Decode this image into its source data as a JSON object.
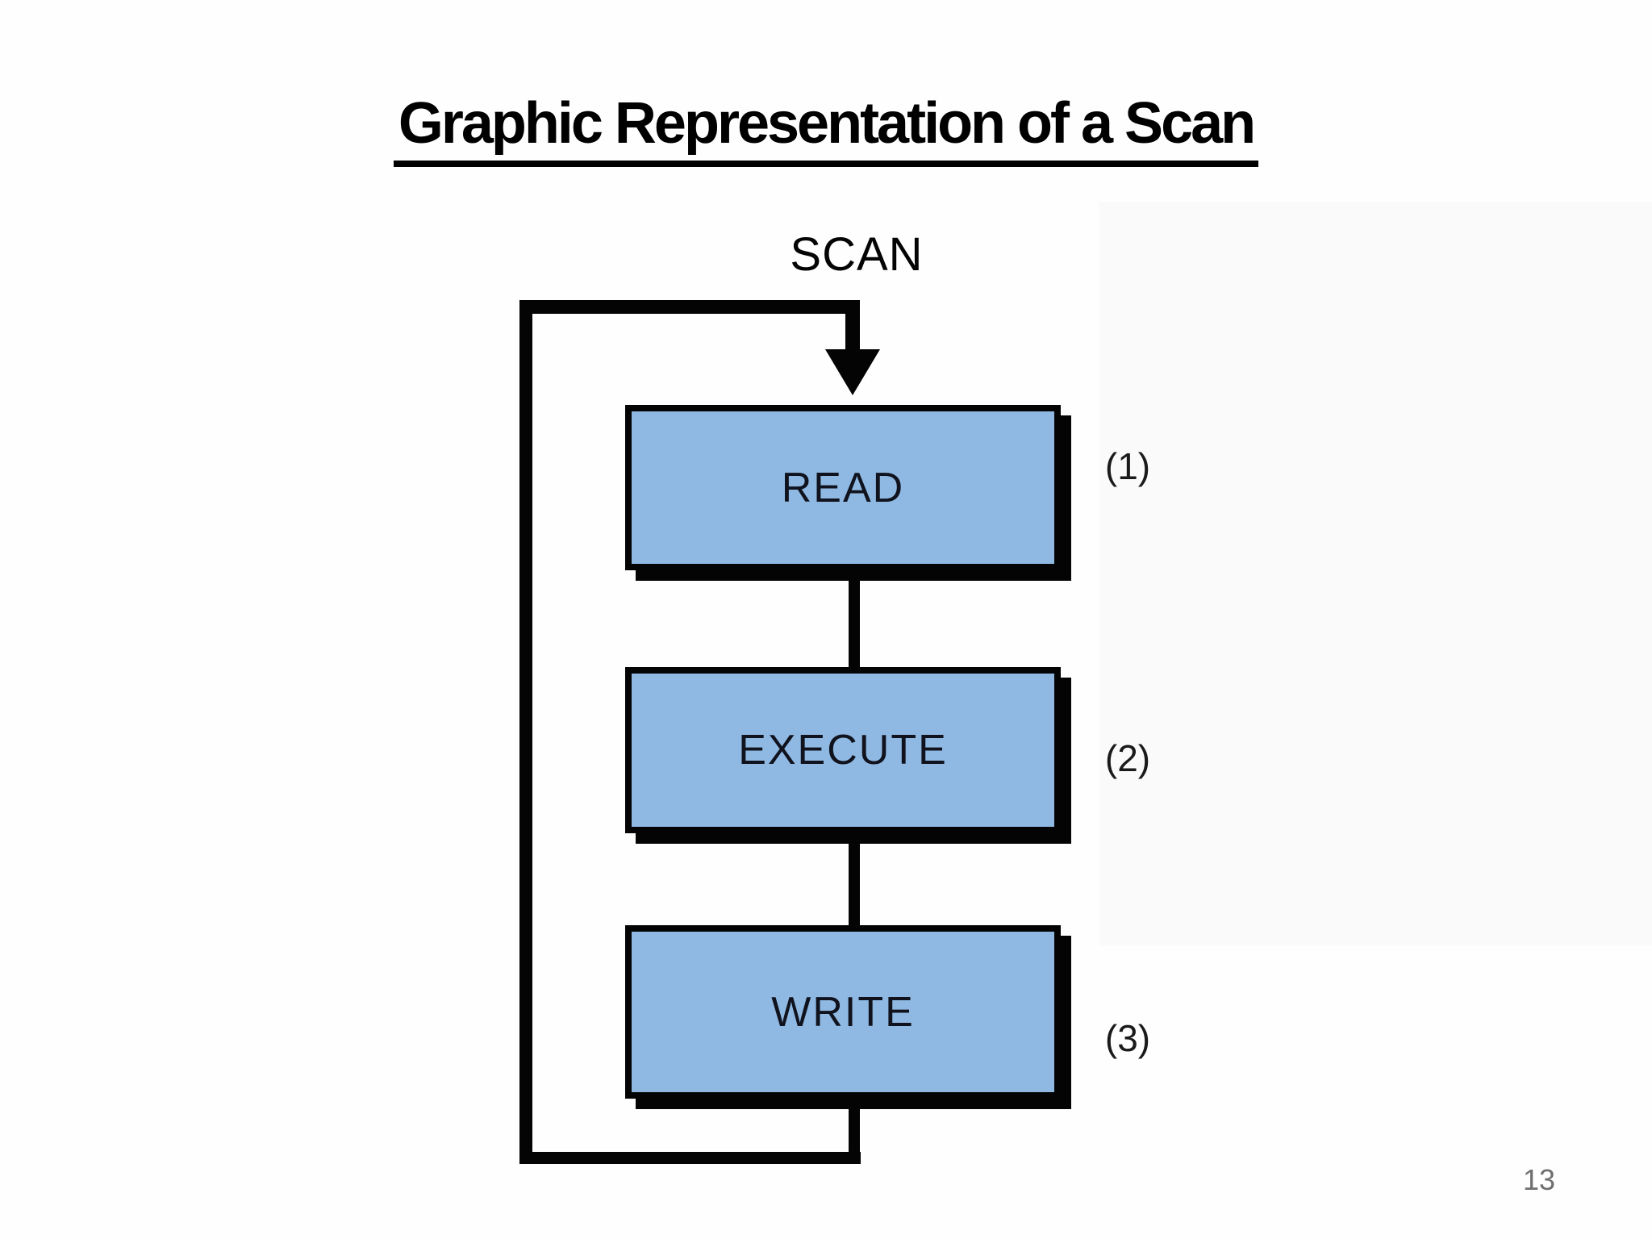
{
  "colors": {
    "title_text": "#000000",
    "line_black": "#040404",
    "box_fill": "#8FB9E3",
    "box_text": "#10131d",
    "step_text": "#1a1a1a",
    "page_number_gray": "#6f6f6f"
  },
  "title": "Graphic Representation of a Scan",
  "diagram": {
    "scan_label": "SCAN",
    "boxes": [
      {
        "label": "READ",
        "step": "(1)"
      },
      {
        "label": "EXECUTE",
        "step": "(2)"
      },
      {
        "label": "WRITE",
        "step": "(3)"
      }
    ]
  },
  "footer": {
    "page_number": "13"
  }
}
